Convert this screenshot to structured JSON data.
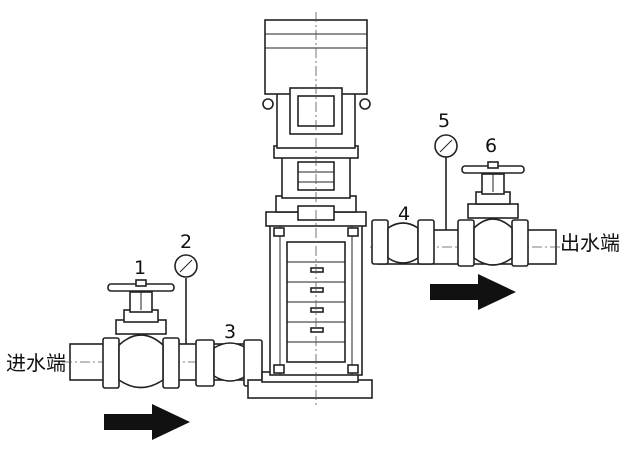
{
  "labels": {
    "inlet": "进水端",
    "outlet": "出水端"
  },
  "callouts": {
    "c1": "1",
    "c2": "2",
    "c3": "3",
    "c4": "4",
    "c5": "5",
    "c6": "6"
  }
}
